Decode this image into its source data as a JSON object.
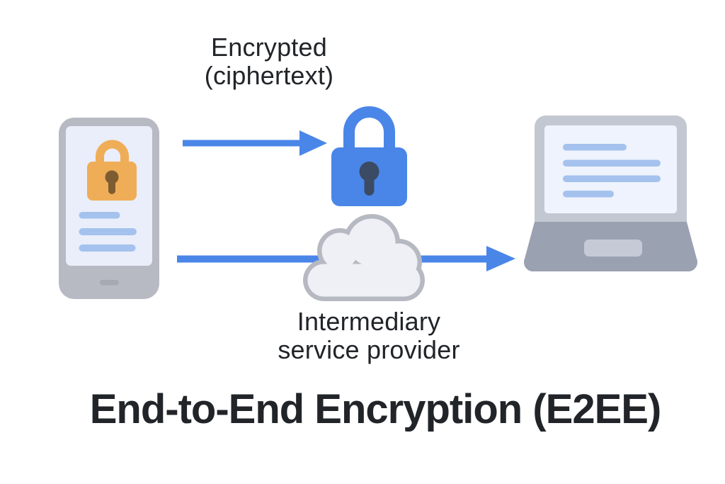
{
  "diagram": {
    "title": "End-to-End Encryption (E2EE)",
    "top_label": "Encrypted\n(ciphertext)",
    "bottom_label": "Intermediary\nservice provider"
  },
  "icons": {
    "phone": "smartphone-with-lock-icon",
    "padlock": "encrypted-padlock-icon",
    "cloud": "cloud-icon",
    "laptop": "laptop-icon",
    "top_arrow": "right-arrow-icon",
    "bottom_arrow": "right-arrow-icon"
  },
  "colors": {
    "background": "#ffffff",
    "text": "#212428",
    "blue": "#4a86e8",
    "keyhole-blue": "#3b4b63",
    "orange": "#f0ad57",
    "keyhole-orange": "#7d5c31",
    "device-gray": "#b7bac2",
    "phone-dash": "#a6a9b2",
    "screen-blue": "#e9eefa",
    "bar-blue": "#a5c2ee",
    "cloud-border": "#b6b9c1",
    "cloud-fill": "#eef0f6",
    "laptop-frame": "#c3c7d1",
    "laptop-screen": "#eef3fd",
    "laptop-base": "#9aa1b1",
    "trackpad": "#c6cad6"
  }
}
